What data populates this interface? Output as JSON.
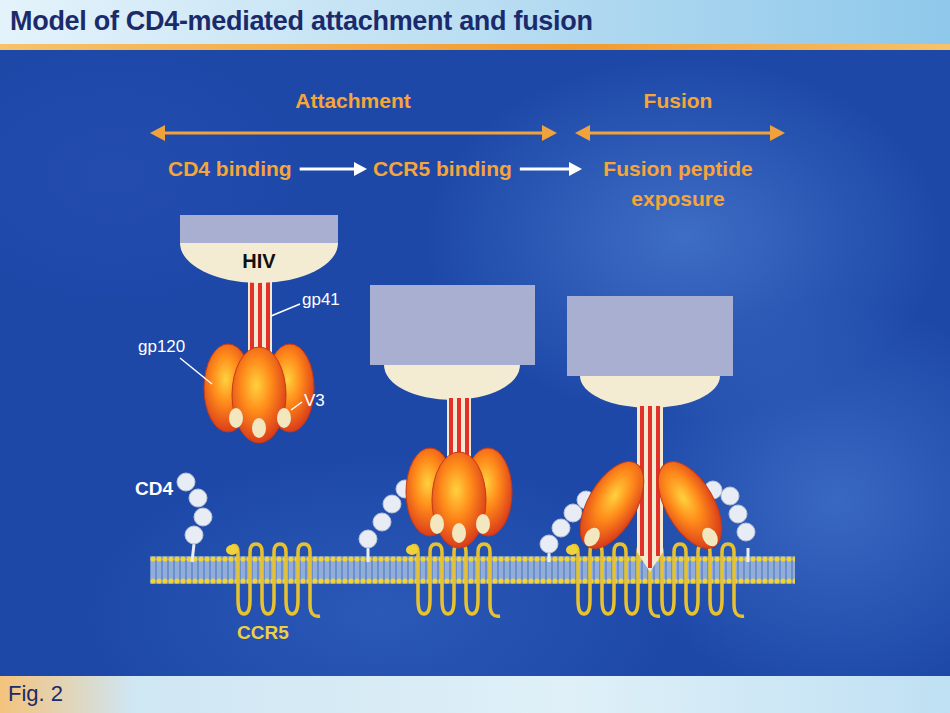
{
  "diagram": {
    "title": "Model of CD4-mediated attachment and fusion",
    "caption": "Fig. 2",
    "nodes": [
      {
        "text": [
          "CD4 binding"
        ]
      },
      {
        "text": [
          "CCR5 binding"
        ]
      },
      {
        "text": [
          "Fusion peptide exposure"
        ]
      },
      {
        "text": [
          "HIV"
        ]
      }
    ],
    "edges": [
      {
        "from": 0,
        "to": 1,
        "arrow": "to"
      },
      {
        "from": 1,
        "to": 2,
        "arrow": "to"
      }
    ],
    "labels": [
      "Attachment",
      "Fusion",
      "gp41",
      "gp120",
      "V3",
      "CD4",
      "CCR5"
    ]
  }
}
